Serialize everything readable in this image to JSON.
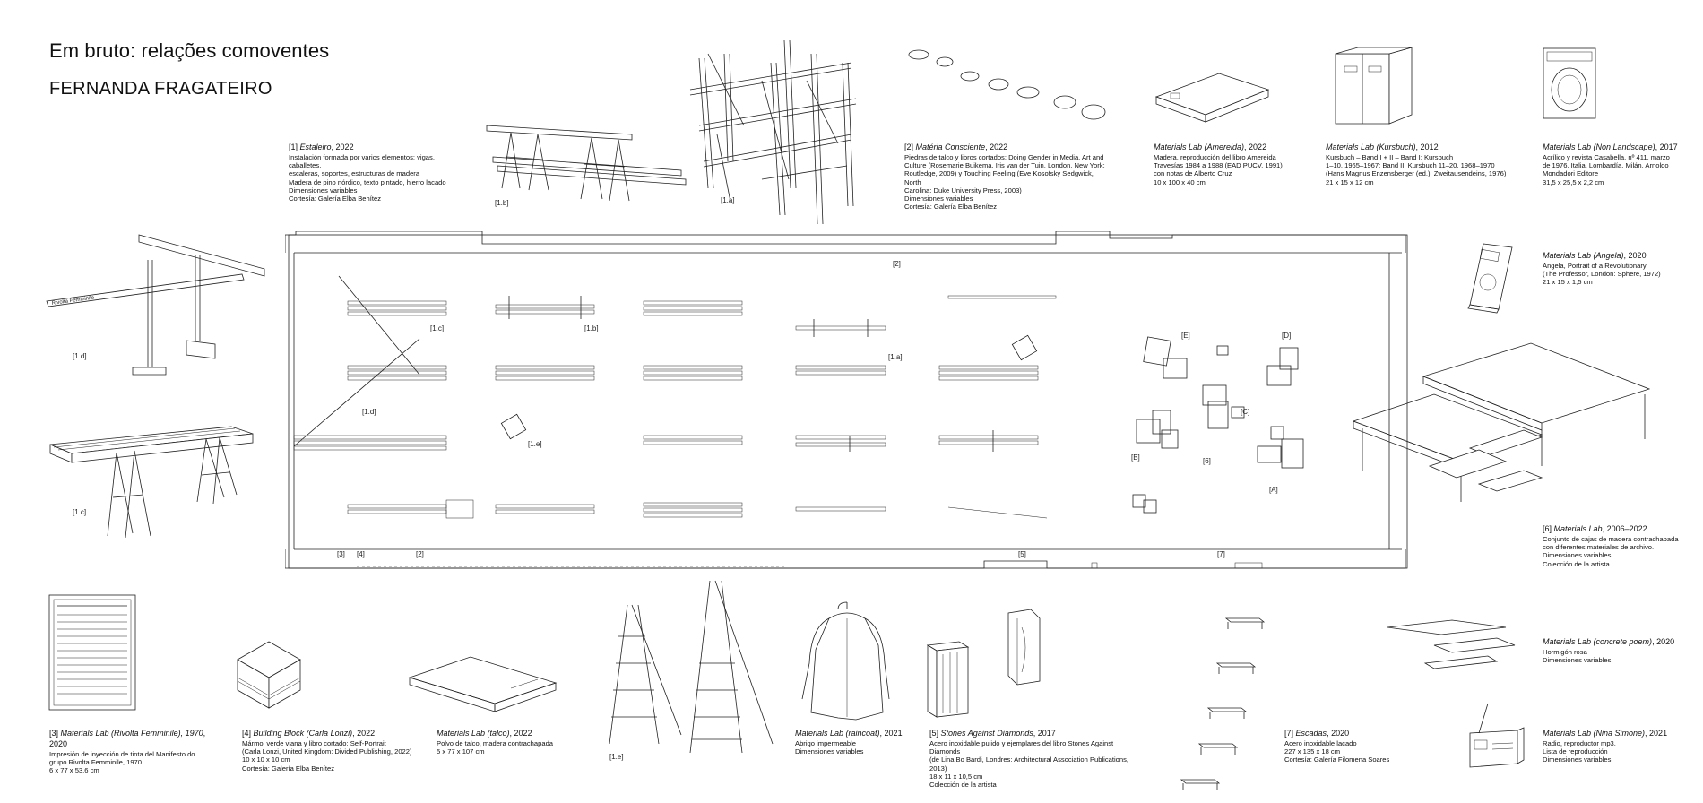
{
  "header": {
    "title": "Em bruto: relações comoventes",
    "artist": "FERNANDA FRAGATEIRO"
  },
  "captions": [
    {
      "id": "c1",
      "num": "[1]",
      "work": "Estaleiro",
      "year": ", 2022",
      "lines": [
        "Instalación formada por varios elementos: vigas, caballetes,",
        "escaleras, soportes, estructuras de madera",
        "Madera de pino nórdico, texto pintado, hierro lacado",
        "Dimensiones variables",
        "Cortesía: Galería Elba Benítez"
      ]
    },
    {
      "id": "c2",
      "num": "[2]",
      "work": "Matéria Consciente",
      "year": ", 2022",
      "lines": [
        "Piedras de talco y libros cortados: Doing Gender in Media, Art and",
        "Culture (Rosemarie Buikema, Iris van der Tuin, London, New York:",
        "Routledge, 2009) y Touching Feeling (Eve Kosofsky Sedgwick, North",
        "Carolina: Duke University Press, 2003)",
        "Dimensiones variables",
        "Cortesía: Galería Elba Benítez"
      ]
    },
    {
      "id": "c3",
      "num": "",
      "work": "Materials Lab (Amereida)",
      "year": ", 2022",
      "lines": [
        "Madera, reproducción del libro Amereida",
        "Travesías 1984 a 1988 (EAD PUCV, 1991)",
        "con notas de Alberto Cruz",
        "10 x 100 x 40 cm"
      ]
    },
    {
      "id": "c4",
      "num": "",
      "work": "Materials Lab (Kursbuch)",
      "year": ", 2012",
      "lines": [
        "Kursbuch – Band I + II – Band I: Kursbuch",
        "1–10. 1965–1967; Band II: Kursbuch 11–20. 1968–1970",
        "(Hans Magnus Enzensberger (ed.), Zweitausendeins, 1976)",
        "21 x 15 x 12 cm"
      ]
    },
    {
      "id": "c5",
      "num": "",
      "work": "Materials Lab (Non Landscape)",
      "year": ", 2017",
      "lines": [
        "Acrílico y revista Casabella, nº 411, marzo",
        "de 1976, Italia, Lombardía, Milán, Arnoldo",
        "Mondadori Editore",
        "31,5 x 25,5 x 2,2 cm"
      ]
    },
    {
      "id": "c6",
      "num": "",
      "work": "Materials Lab (Angela)",
      "year": ", 2020",
      "lines": [
        "Angela, Portrait of a Revolutionary",
        "(The Professor, London: Sphere, 1972)",
        "21 x 15 x 1,5 cm"
      ]
    },
    {
      "id": "c7",
      "num": "[6]",
      "work": "Materials Lab",
      "year": ", 2006–2022",
      "lines": [
        "Conjunto de cajas de madera contrachapada",
        "con diferentes materiales de archivo.",
        "Dimensiones variables",
        "Colección de la artista"
      ]
    },
    {
      "id": "c8",
      "num": "",
      "work": "Materials Lab (concrete poem)",
      "year": ", 2020",
      "lines": [
        "Hormigón rosa",
        "Dimensiones variables"
      ]
    },
    {
      "id": "c9",
      "num": "[3]",
      "work": "Materials Lab (Rivolta Femminile), 1970",
      "year": ", 2020",
      "lines": [
        "Impresión de inyección de tinta del Manifesto do",
        "grupo Rivolta Femminile, 1970",
        "6 x 77 x 53,6 cm"
      ]
    },
    {
      "id": "c10",
      "num": "[4]",
      "work": "Building Block (Carla Lonzi)",
      "year": ", 2022",
      "lines": [
        "Mármol verde viana y libro cortado: Self-Portrait",
        "(Carla Lonzi, United Kingdom: Divided Publishing, 2022)",
        "10 x 10 x 10 cm",
        "Cortesía: Galería Elba Benítez"
      ]
    },
    {
      "id": "c11",
      "num": "",
      "work": "Materials Lab (talco)",
      "year": ", 2022",
      "lines": [
        "Polvo de talco, madera contrachapada",
        "5 x 77 x 107 cm"
      ]
    },
    {
      "id": "c12",
      "num": "",
      "work": "Materials Lab (raincoat)",
      "year": ", 2021",
      "lines": [
        "Abrigo impermeable",
        "Dimensiones variables"
      ]
    },
    {
      "id": "c13",
      "num": "[5]",
      "work": "Stones Against Diamonds",
      "year": ", 2017",
      "lines": [
        "Acero inoxidable pulido y ejemplares del libro Stones Against Diamonds",
        "(de Lina Bo Bardi, Londres: Architectural Association Publications, 2013)",
        "18 x 11 x 10,5 cm",
        "Colección de la artista"
      ]
    },
    {
      "id": "c14",
      "num": "[7]",
      "work": "Escadas",
      "year": ", 2020",
      "lines": [
        "Acero inoxidable lacado",
        "227 x 135 x 18 cm",
        "Cortesía: Galería Filomena Soares"
      ]
    },
    {
      "id": "c15",
      "num": "",
      "work": "Materials Lab (Nina Simone)",
      "year": ", 2021",
      "lines": [
        "Radio, reproductor mp3.",
        "Lista de reproducción",
        "Dimensiones variables"
      ]
    }
  ],
  "labels": {
    "l_1b": "[1.b]",
    "l_1a": "[1.a]",
    "l_1d": "[1.d]",
    "l_1c": "[1.c]",
    "l_1e": "[1.e]",
    "p_2top": "[2]",
    "p_1c": "[1.c]",
    "p_1b": "[1.b]",
    "p_1a": "[1.a]",
    "p_1d": "[1.d]",
    "p_1e": "[1.e]",
    "p_E": "[E]",
    "p_D": "[D]",
    "p_C": "[C]",
    "p_B": "[B]",
    "p_6": "[6]",
    "p_A": "[A]",
    "p_3": "[3]",
    "p_4": "[4]",
    "p_2b": "[2]",
    "p_5": "[5]",
    "p_7": "[7]"
  },
  "sign_text": "Rivolta Femminile"
}
